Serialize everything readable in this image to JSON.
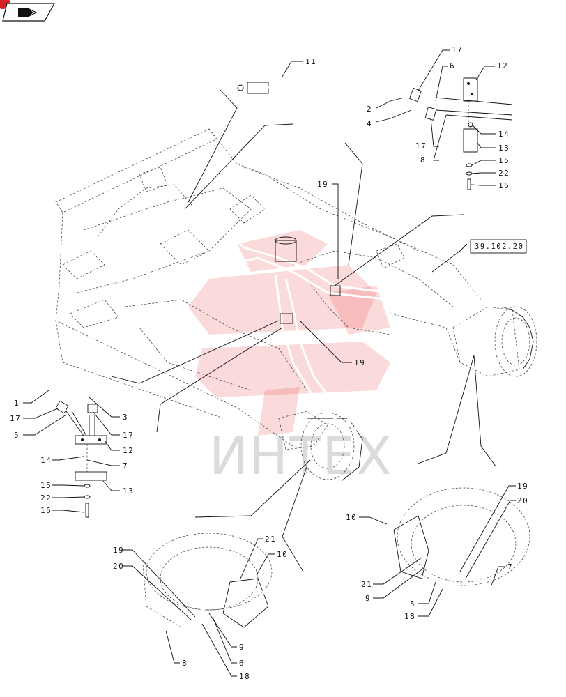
{
  "reference_box": "39.102.20",
  "watermark_text": "ИНТЕХ",
  "callouts": {
    "c11": "11",
    "c17a": "17",
    "c6a": "6",
    "c12a": "12",
    "c2": "2",
    "c4": "4",
    "c14a": "14",
    "c17b": "17",
    "c13a": "13",
    "c8a": "8",
    "c15a": "15",
    "c22a": "22",
    "c16a": "16",
    "c19a": "19",
    "c19b": "19",
    "c1": "1",
    "c17c": "17",
    "c5a": "5",
    "c3": "3",
    "c17d": "17",
    "c12b": "12",
    "c14b": "14",
    "c7a": "7",
    "c13b": "13",
    "c15b": "15",
    "c22b": "22",
    "c16b": "16",
    "c19c": "19",
    "c20a": "20",
    "c10a": "10",
    "c7b": "7",
    "c21a": "21",
    "c9a": "9",
    "c5b": "5",
    "c18a": "18",
    "c21b": "21",
    "c19d": "19",
    "c20b": "20",
    "c10b": "10",
    "c9b": "9",
    "c8b": "8",
    "c6b": "6",
    "c18b": "18"
  },
  "colors": {
    "ink": "#111111",
    "watermark_red": "#e8464c",
    "corner_badge": "#d81f26"
  }
}
